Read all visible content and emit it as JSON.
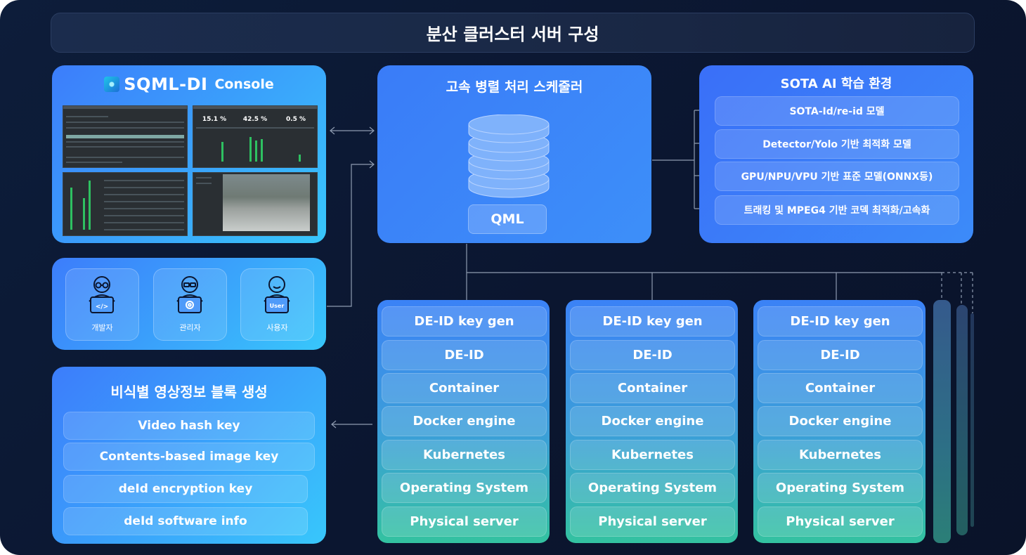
{
  "title": "분산 클러스터 서버 구성",
  "console": {
    "logo": "SQML-DI",
    "subtitle": "Console",
    "metrics": [
      "15.1 %",
      "42.5 %",
      "0.5 %"
    ]
  },
  "users": [
    {
      "label": "개발자",
      "icon": "developer-code-icon",
      "badge": "</>"
    },
    {
      "label": "관리자",
      "icon": "admin-gear-icon",
      "badge": ""
    },
    {
      "label": "사용자",
      "icon": "user-icon",
      "badge": "User"
    }
  ],
  "keys": {
    "title": "비식별 영상정보 블록 생성",
    "items": [
      "Video hash key",
      "Contents-based image key",
      "deId encryption key",
      "deId software info"
    ]
  },
  "scheduler": {
    "title": "고속 병렬 처리 스케줄러",
    "db_icon": "database-stack-icon",
    "qml": "QML"
  },
  "sota": {
    "title": "SOTA AI 학습 환경",
    "items": [
      "SOTA-Id/re-id 모델",
      "Detector/Yolo 기반 최적화 모델",
      "GPU/NPU/VPU 기반 표준 모델(ONNX등)",
      "트래킹 및 MPEG4 기반 코덱 최적화/고속화"
    ]
  },
  "servers": [
    {
      "layers": [
        "DE-ID key gen",
        "DE-ID",
        "Container",
        "Docker engine",
        "Kubernetes",
        "Operating System",
        "Physical server"
      ]
    },
    {
      "layers": [
        "DE-ID key gen",
        "DE-ID",
        "Container",
        "Docker engine",
        "Kubernetes",
        "Operating System",
        "Physical server"
      ]
    },
    {
      "layers": [
        "DE-ID key gen",
        "DE-ID",
        "Container",
        "Docker engine",
        "Kubernetes",
        "Operating System",
        "Physical server"
      ]
    }
  ],
  "colors": {
    "background": "#0b1630",
    "panel_gradient_start": "#3c7dfb",
    "panel_gradient_end": "#38c7fb",
    "server_bottom": "#33c2a0"
  }
}
